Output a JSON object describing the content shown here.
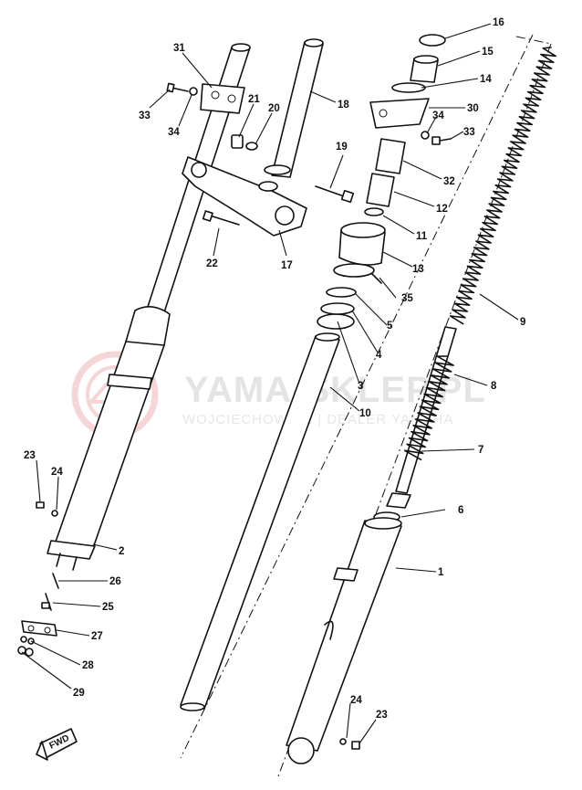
{
  "watermark": {
    "title": "YAMA-SKLEP.PL",
    "subtitle": "WOJCIECHOWICZ | DEALER YAMAHA",
    "logo_color": "#f2c8c8",
    "text_color": "#e4e4e4"
  },
  "direction_badge": "FWD",
  "callouts": [
    {
      "id": "c1",
      "label": "1"
    },
    {
      "id": "c2",
      "label": "2"
    },
    {
      "id": "c3",
      "label": "3"
    },
    {
      "id": "c4",
      "label": "4"
    },
    {
      "id": "c5",
      "label": "5"
    },
    {
      "id": "c6",
      "label": "6"
    },
    {
      "id": "c7",
      "label": "7"
    },
    {
      "id": "c8",
      "label": "8"
    },
    {
      "id": "c9",
      "label": "9"
    },
    {
      "id": "c10",
      "label": "10"
    },
    {
      "id": "c11",
      "label": "11"
    },
    {
      "id": "c12",
      "label": "12"
    },
    {
      "id": "c13",
      "label": "13"
    },
    {
      "id": "c14",
      "label": "14"
    },
    {
      "id": "c15",
      "label": "15"
    },
    {
      "id": "c16",
      "label": "16"
    },
    {
      "id": "c17",
      "label": "17"
    },
    {
      "id": "c18",
      "label": "18"
    },
    {
      "id": "c19",
      "label": "19"
    },
    {
      "id": "c20",
      "label": "20"
    },
    {
      "id": "c21",
      "label": "21"
    },
    {
      "id": "c22",
      "label": "22"
    },
    {
      "id": "c23a",
      "label": "23"
    },
    {
      "id": "c23b",
      "label": "23"
    },
    {
      "id": "c24a",
      "label": "24"
    },
    {
      "id": "c24b",
      "label": "24"
    },
    {
      "id": "c25",
      "label": "25"
    },
    {
      "id": "c26",
      "label": "26"
    },
    {
      "id": "c27",
      "label": "27"
    },
    {
      "id": "c28",
      "label": "28"
    },
    {
      "id": "c29",
      "label": "29"
    },
    {
      "id": "c30",
      "label": "30"
    },
    {
      "id": "c31",
      "label": "31"
    },
    {
      "id": "c32",
      "label": "32"
    },
    {
      "id": "c33a",
      "label": "33"
    },
    {
      "id": "c33b",
      "label": "33"
    },
    {
      "id": "c34a",
      "label": "34"
    },
    {
      "id": "c34b",
      "label": "34"
    },
    {
      "id": "c35",
      "label": "35"
    }
  ]
}
